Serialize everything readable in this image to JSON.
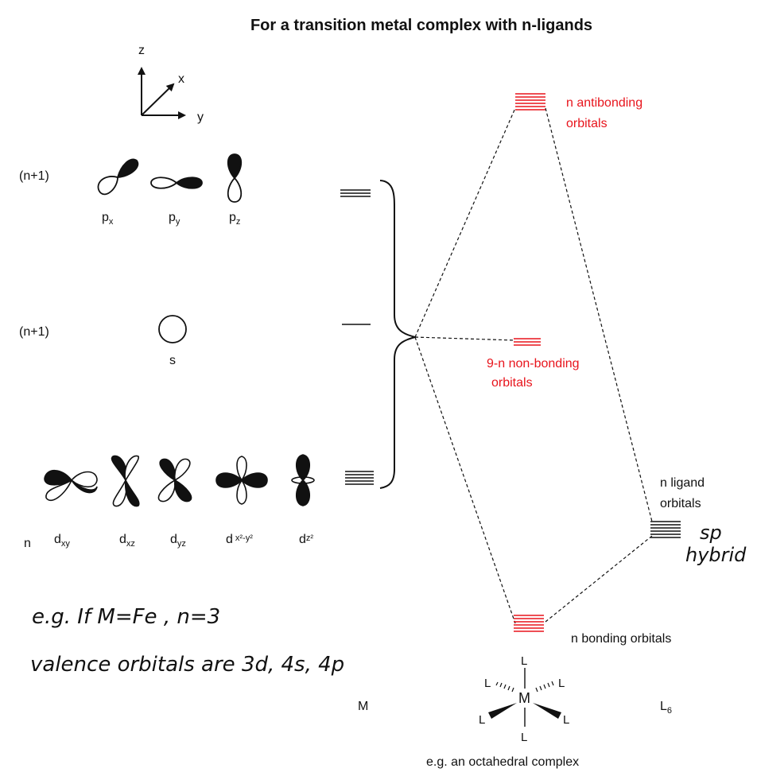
{
  "title": "For a transition metal complex with n-ligands",
  "axes": {
    "z": "z",
    "x": "x",
    "y": "y"
  },
  "p_row": {
    "label": "(n+1)",
    "orbitals": [
      "px",
      "py",
      "pz"
    ],
    "label_main": "p",
    "subs": [
      "x",
      "y",
      "z"
    ]
  },
  "s_row": {
    "label": "(n+1)",
    "orbital": "s"
  },
  "d_row": {
    "label": "n",
    "orbitals": [
      {
        "main": "d",
        "sub": "xy"
      },
      {
        "main": "d",
        "sub": "xz"
      },
      {
        "main": "d",
        "sub": "yz"
      },
      {
        "main": "d",
        "sub": "x²-y²"
      },
      {
        "main": "d",
        "sub": "z²"
      }
    ]
  },
  "levels": {
    "antibonding": "n antibonding orbitals",
    "antibonding_lines": [
      "n antibonding",
      "orbitals"
    ],
    "nonbonding_lines": [
      "9-n non-bonding",
      "orbitals"
    ],
    "ligand_lines": [
      "n ligand",
      "orbitals"
    ],
    "bonding": "n bonding orbitals"
  },
  "bottom": {
    "metal": "M",
    "ligands": "L",
    "ligands_sub": "6",
    "complex_caption": "e.g. an octahedral complex",
    "complex_center": "M",
    "complex_ligand": "L"
  },
  "handwritten": {
    "hybrid_1": "sp",
    "hybrid_2": "hybrid",
    "note_1": "e.g. If  M=Fe , n=3",
    "note_2": "valence orbitals are 3d, 4s, 4p"
  },
  "colors": {
    "accent": "#e8141c",
    "ink": "#111111"
  }
}
